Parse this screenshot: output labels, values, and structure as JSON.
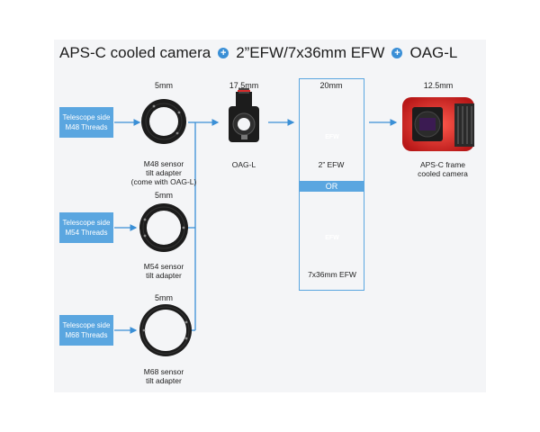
{
  "title": {
    "part1": "APS-C cooled camera",
    "part2": "2”EFW/7x36mm EFW",
    "part3": "OAG-L",
    "plus_symbol": "+"
  },
  "inputs": [
    {
      "line1": "Telescope side",
      "line2": "M48 Threads"
    },
    {
      "line1": "Telescope side",
      "line2": "M54 Threads"
    },
    {
      "line1": "Telescope side",
      "line2": "M68 Threads"
    }
  ],
  "adapters": [
    {
      "dim": "5mm",
      "line1": "M48 sensor",
      "line2": "tilt adapter",
      "line3": "(come with OAG-L)"
    },
    {
      "dim": "5mm",
      "line1": "M54 sensor",
      "line2": "tilt adapter"
    },
    {
      "dim": "5mm",
      "line1": "M68 sensor",
      "line2": "tilt adapter"
    }
  ],
  "oag": {
    "dim": "17.5mm",
    "label": "OAG-L"
  },
  "efw": {
    "dim": "20mm",
    "option1": "2” EFW",
    "or_label": "OR",
    "option2": "7x36mm EFW",
    "wheel_text": "EFW"
  },
  "camera": {
    "dim": "12.5mm",
    "line1": "APS-C frame",
    "line2": "cooled camera"
  },
  "colors": {
    "accent": "#5aa6e0",
    "arrow": "#3a8fd6",
    "camera_red": "#d92b2b"
  }
}
